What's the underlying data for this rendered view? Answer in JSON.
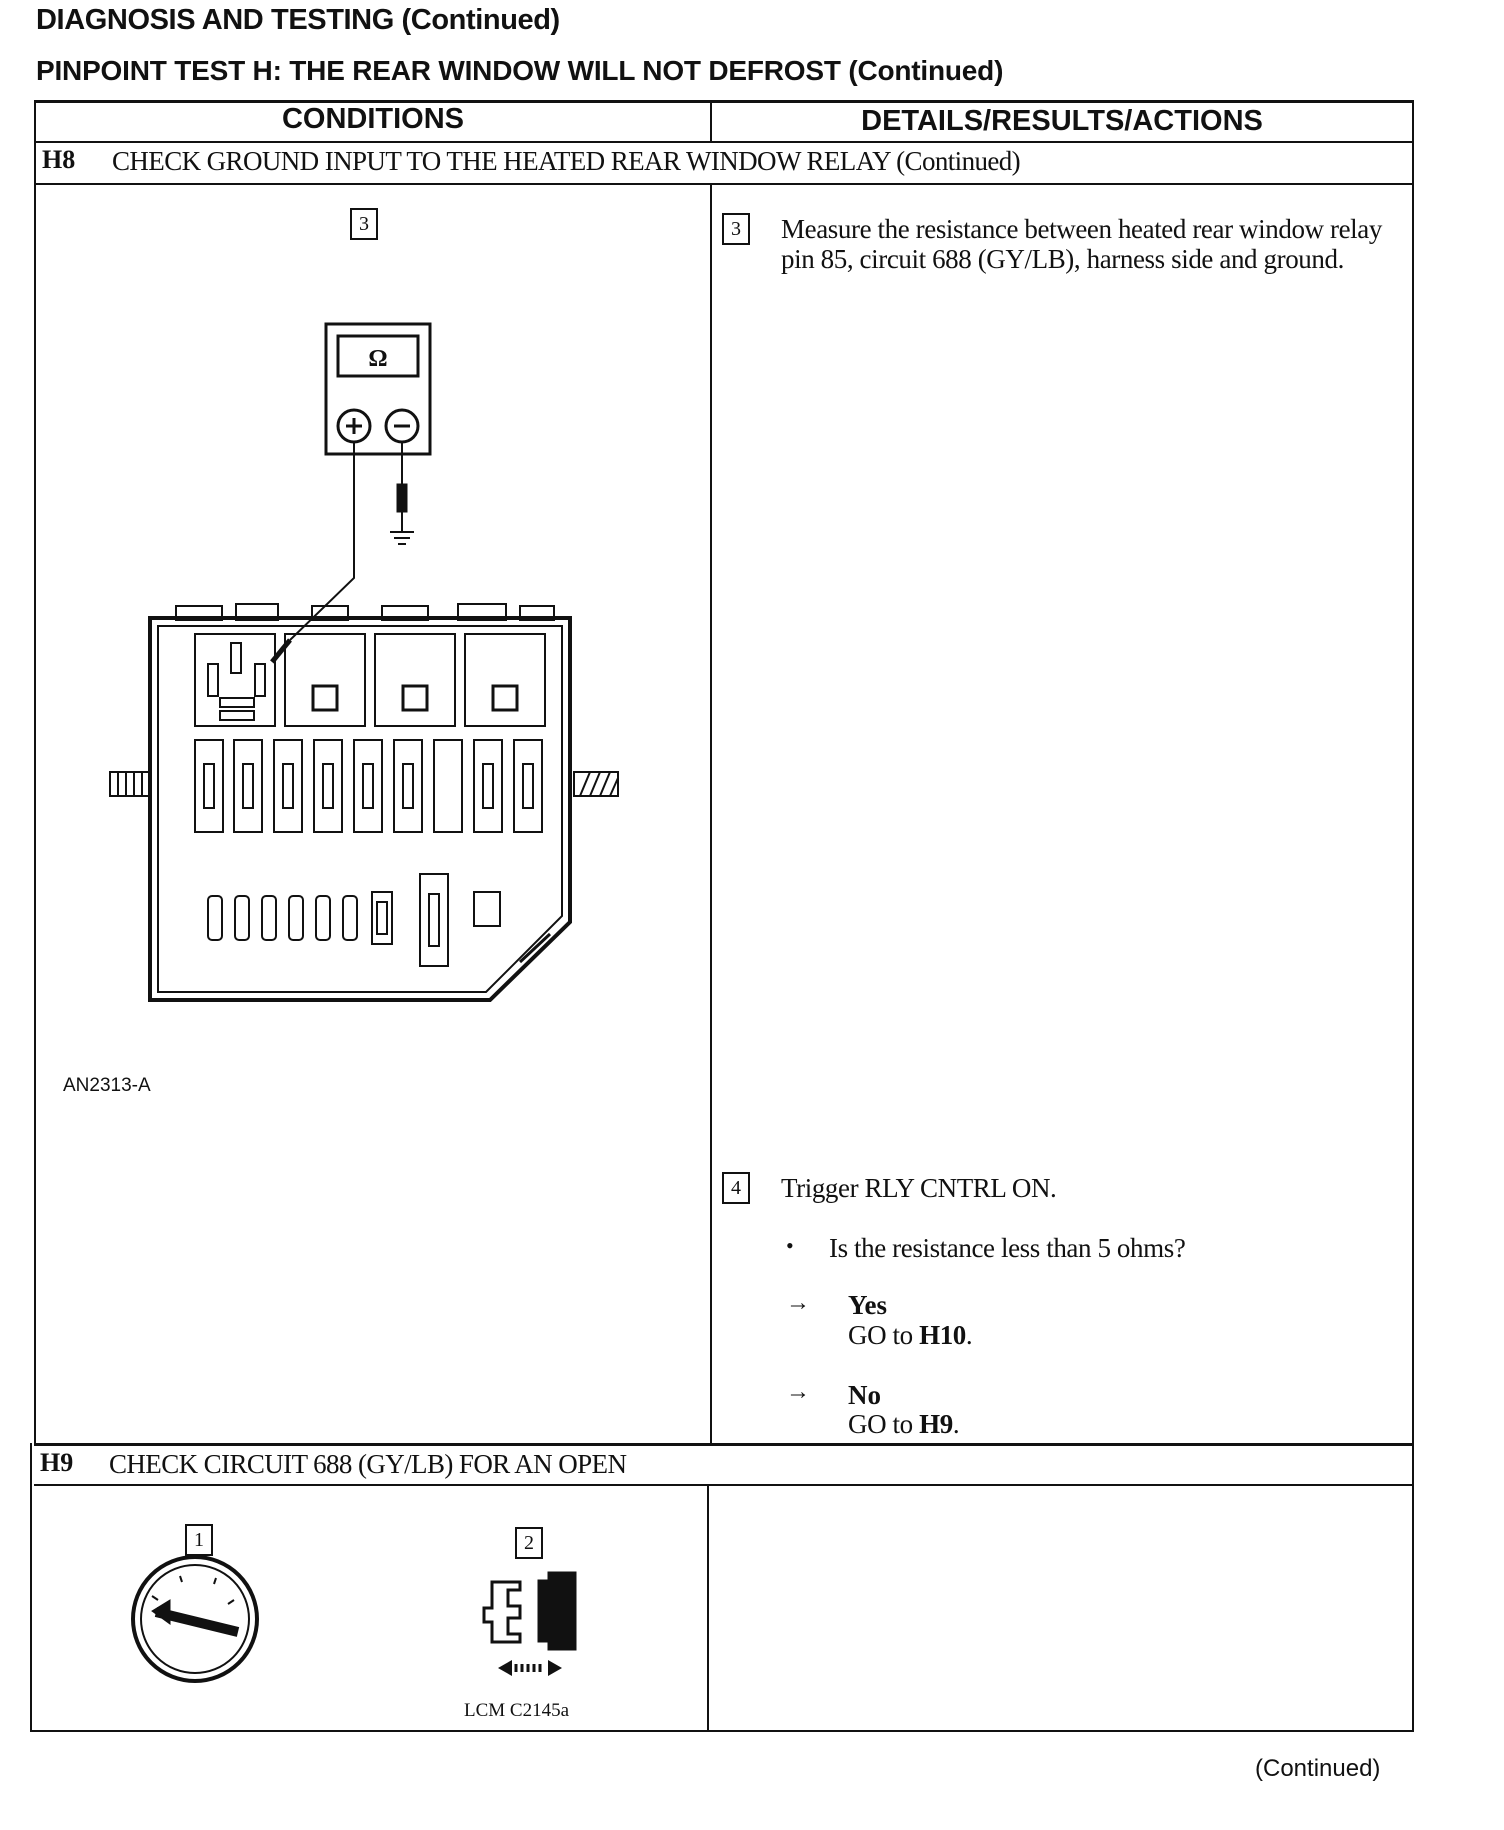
{
  "header": {
    "section_title": "DIAGNOSIS AND TESTING (Continued)",
    "test_title": "PINPOINT TEST H: THE REAR WINDOW WILL NOT DEFROST (Continued)"
  },
  "table": {
    "col_conditions": "CONDITIONS",
    "col_details": "DETAILS/RESULTS/ACTIONS"
  },
  "steps": {
    "h8": {
      "id": "H8",
      "title": "CHECK GROUND INPUT TO THE HEATED REAR WINDOW RELAY (Continued)",
      "figure_step": "3",
      "figure_label": "AN2313-A",
      "meter_symbol": "Ω",
      "actions": [
        {
          "num": "3",
          "text": "Measure the resistance between heated rear window relay pin 85, circuit 688 (GY/LB), harness side and ground."
        },
        {
          "num": "4",
          "text": "Trigger RLY CNTRL ON."
        }
      ],
      "question": "Is the resistance less than 5 ohms?",
      "bullet": "•",
      "results": [
        {
          "arrow": "→",
          "answer": "Yes",
          "goto": "GO to",
          "target": "H10",
          "end": "."
        },
        {
          "arrow": "→",
          "answer": "No",
          "goto": "GO to",
          "target": "H9",
          "end": "."
        }
      ]
    },
    "h9": {
      "id": "H9",
      "title": "CHECK CIRCUIT 688 (GY/LB) FOR AN OPEN",
      "figure_steps": [
        "1",
        "2"
      ],
      "connector_label": "LCM C2145a"
    }
  },
  "footer": {
    "continued": "(Continued)"
  }
}
